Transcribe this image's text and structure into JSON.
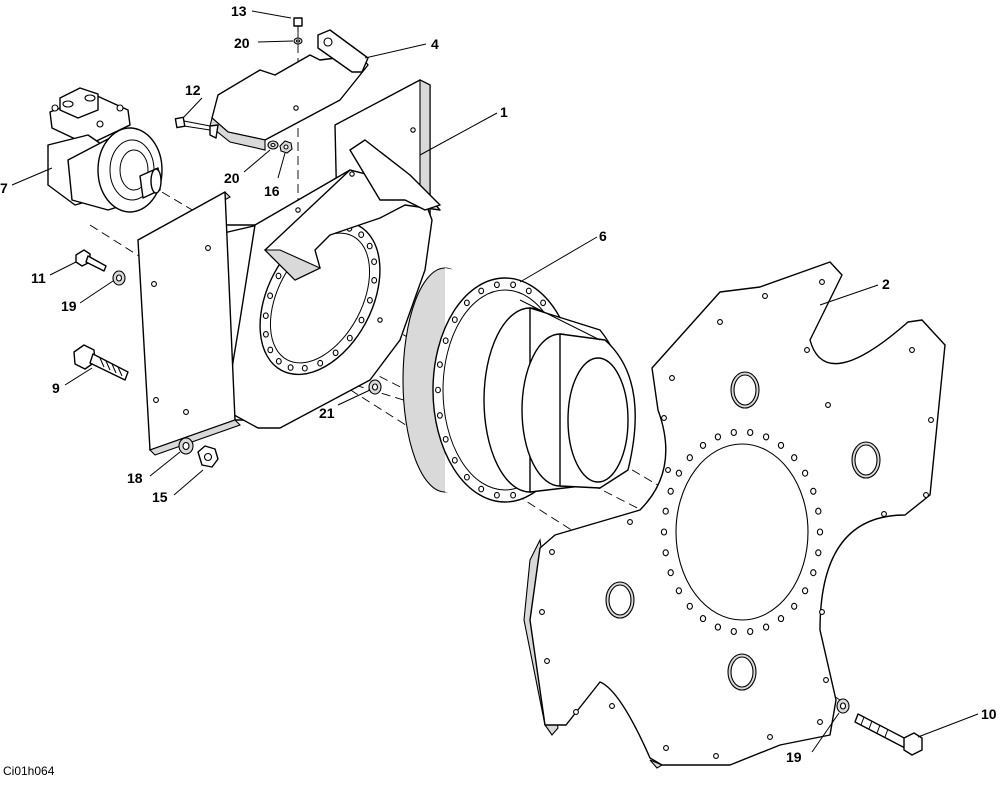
{
  "drawing": {
    "code": "Ci01h064",
    "callouts": {
      "c1": "1",
      "c2": "2",
      "c4": "4",
      "c6": "6",
      "c7": "7",
      "c9": "9",
      "c10": "10",
      "c11": "11",
      "c12": "12",
      "c13": "13",
      "c15": "15",
      "c16": "16",
      "c18": "18",
      "c19a": "19",
      "c19b": "19",
      "c20a": "20",
      "c20b": "20",
      "c21": "21"
    }
  }
}
